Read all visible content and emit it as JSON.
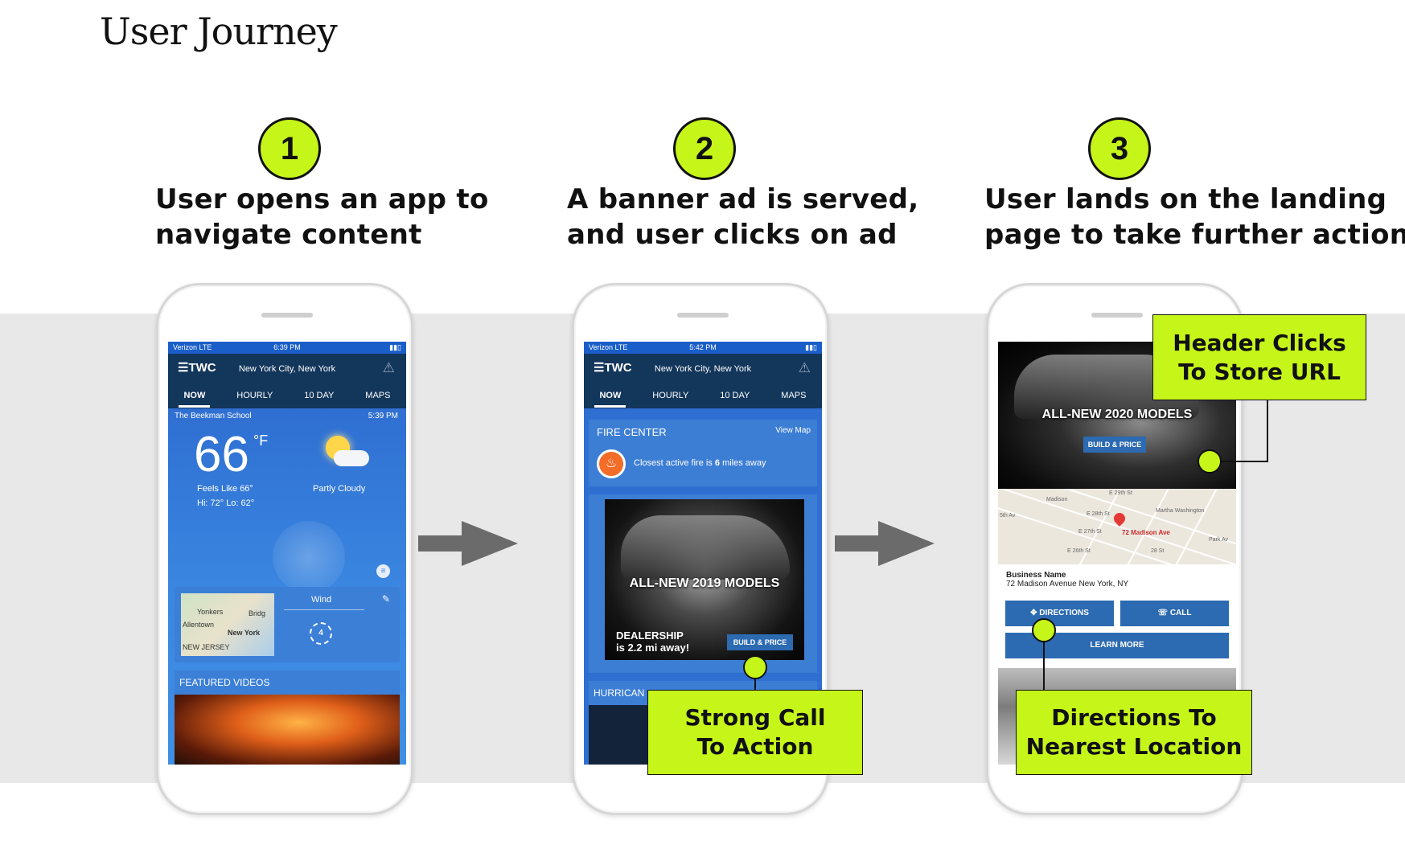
{
  "title": "User Journey",
  "steps": [
    {
      "number": "1",
      "line1": "User opens an app to",
      "line2": "navigate content"
    },
    {
      "number": "2",
      "line1": "A banner ad is served,",
      "line2": "and user clicks on ad"
    },
    {
      "number": "3",
      "line1": "User lands on the landing",
      "line2": "page to take further action"
    }
  ],
  "phone_app": {
    "carrier": "Verizon LTE",
    "logo": "☰TWC",
    "location": "New York City, New York",
    "tabs": [
      "NOW",
      "HOURLY",
      "10 DAY",
      "MAPS"
    ]
  },
  "phone1": {
    "time": "6:39 PM",
    "station": "The Beekman School",
    "station_time": "5:39 PM",
    "temperature": "66",
    "unit": "°F",
    "feels_like": "Feels Like 66°",
    "hi_lo": "Hi: 72° Lo: 62°",
    "condition": "Partly Cloudy",
    "map_labels": [
      "Yonkers",
      "Allentown",
      "New York",
      "NEW JERSEY",
      "Bridg"
    ],
    "wind_label": "Wind",
    "wind_speed": "4",
    "featured": "FEATURED VIDEOS"
  },
  "phone2": {
    "time": "5:42 PM",
    "fire_center": "FIRE CENTER",
    "view_map": "View Map",
    "fire_text_prefix": "Closest active fire is",
    "fire_miles": "6",
    "fire_text_suffix": "miles away",
    "ad_headline": "ALL-NEW 2019 MODELS",
    "ad_dealer_line1": "DEALERSHIP",
    "ad_dealer_line2": "is 2.2 mi away!",
    "ad_cta": "BUILD & PRICE",
    "hurricane": "HURRICAN"
  },
  "phone3": {
    "header_headline": "ALL-NEW 2020 MODELS",
    "header_cta": "BUILD & PRICE",
    "map_streets": [
      "E 29th St",
      "E 28th St",
      "E 27th St",
      "E 26th St",
      "5th Av",
      "Madison",
      "Park Av",
      "28 St"
    ],
    "map_place": "Martha Washington",
    "map_address_label": "72 Madison Ave",
    "business_name": "Business Name",
    "business_address": "72 Madison Avenue New York, NY",
    "btn_directions": "DIRECTIONS",
    "btn_call": "CALL",
    "btn_learn_more": "LEARN MORE"
  },
  "callouts": {
    "cta": {
      "line1": "Strong Call",
      "line2": "To Action"
    },
    "header": {
      "line1": "Header Clicks",
      "line2": "To Store URL"
    },
    "directions": {
      "line1": "Directions To",
      "line2": "Nearest Location"
    }
  },
  "colors": {
    "accent": "#c6f51a",
    "band": "#e8e8e9",
    "app_blue": "#2f6fd2",
    "cta_blue": "#2c6ab1"
  }
}
